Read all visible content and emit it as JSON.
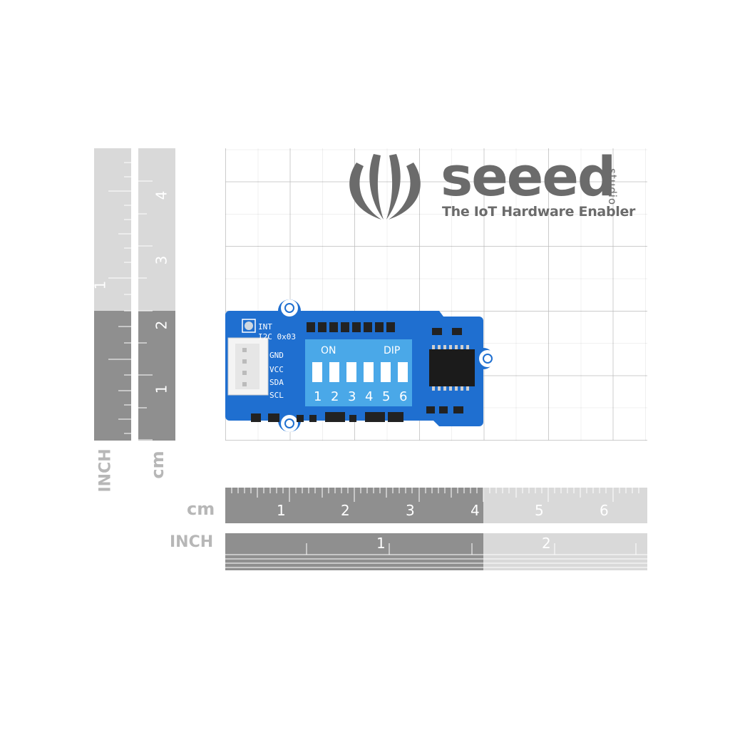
{
  "logo": {
    "brand": "seeed",
    "sub": "studio",
    "tagline": "The IoT Hardware Enabler"
  },
  "vertical_inch_ruler": {
    "unit": "INCH",
    "numbers": [
      "1"
    ]
  },
  "vertical_cm_ruler": {
    "unit": "cm",
    "numbers": [
      "1",
      "2",
      "3",
      "4"
    ]
  },
  "horizontal_cm_ruler": {
    "unit": "cm",
    "numbers": [
      "1",
      "2",
      "3",
      "4",
      "5",
      "6"
    ]
  },
  "horizontal_inch_ruler": {
    "unit": "INCH",
    "numbers": [
      "1",
      "2"
    ]
  },
  "board": {
    "int_label": "INT",
    "i2c_label": "I2C 0x03",
    "pins": [
      "GND",
      "VCC",
      "SDA",
      "SCL"
    ],
    "dip_on": "ON",
    "dip_label": "DIP",
    "switch_numbers": [
      "1",
      "2",
      "3",
      "4",
      "5",
      "6"
    ]
  },
  "colors": {
    "pcb_blue": "#1f6fd0",
    "dip_blue": "#4aa8e8",
    "ruler_dark": "#8f8f8f",
    "ruler_light": "#d6d6d6",
    "logo_gray": "#6b6b6b"
  }
}
